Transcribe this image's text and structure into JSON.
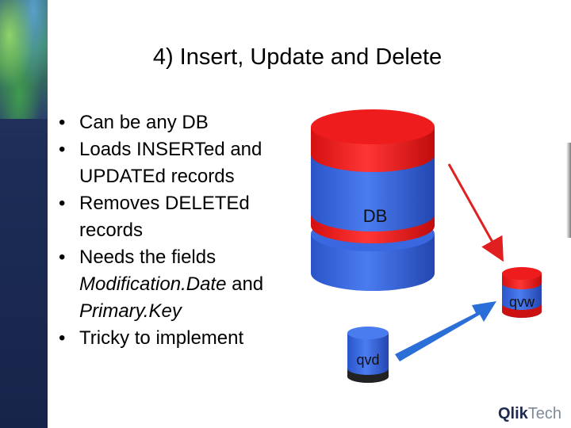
{
  "slide": {
    "title": "4) Insert, Update and Delete"
  },
  "bullets": {
    "b1": "Can be any DB",
    "b2": "Loads INSERTed and UPDATEd records",
    "b3": "Removes DELETEd records",
    "b4_prefix": "Needs the fields ",
    "b4_field1": "Modification.Date",
    "b4_mid": " and ",
    "b4_field2": "Primary.Key",
    "b5": "Tricky to implement"
  },
  "diagram": {
    "db_label": "DB",
    "qvw_label": "qvw",
    "qvd_label": "qvd",
    "colors": {
      "cylinder_blue": "#3366dd",
      "cylinder_red": "#ee1c1c",
      "arrow_red": "#e02020",
      "arrow_blue": "#2a6ed8",
      "band_dark": "#222222"
    }
  },
  "logo": {
    "qlik": "Qlik",
    "tech": "Tech"
  },
  "icons": [
    "db-cylinder-icon",
    "qvw-cylinder-icon",
    "qvd-cylinder-icon",
    "red-arrow-icon",
    "blue-arrow-icon"
  ]
}
